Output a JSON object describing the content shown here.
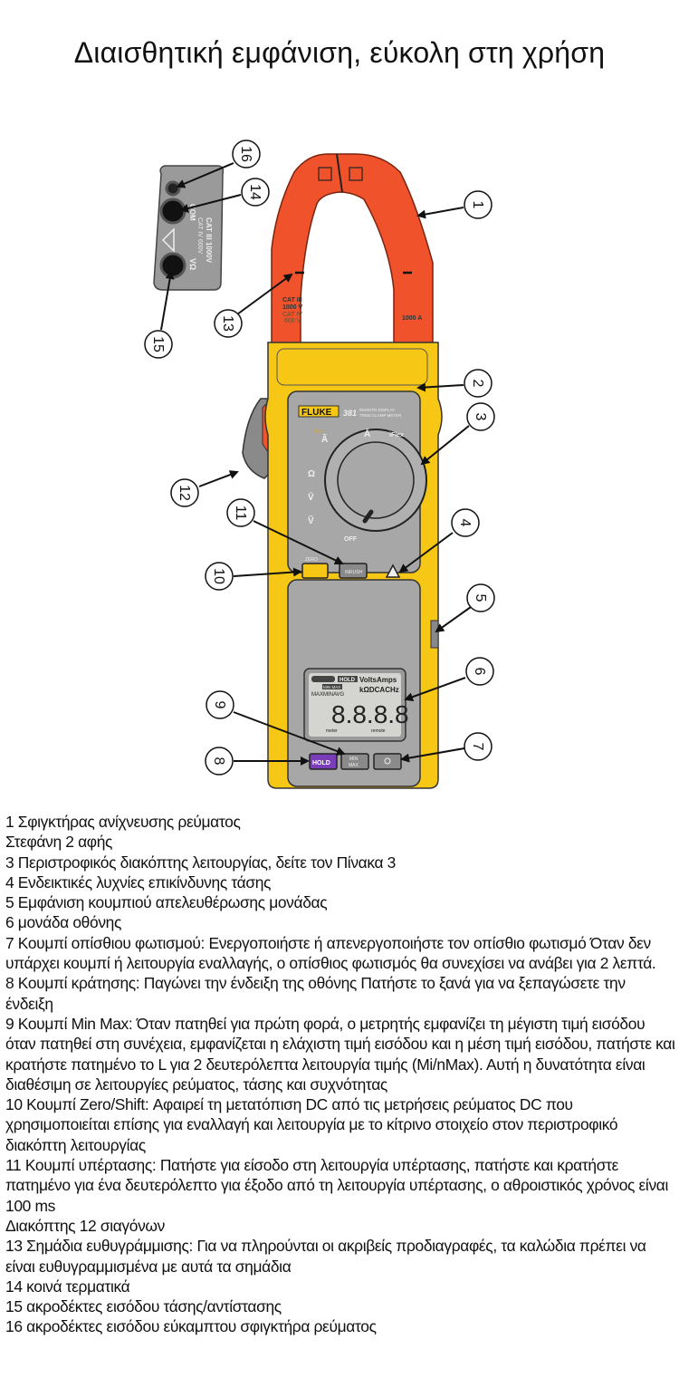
{
  "title": "Διαισθητική εμφάνιση, εύκολη στη χρήση",
  "figure": {
    "device": {
      "brand": "FLUKE",
      "model": "381",
      "subtitle_line1": "REMOTE DISPLAY",
      "subtitle_line2": "TRMS CLAMP METER",
      "jaw_rating_left_1": "CAT III",
      "jaw_rating_left_2": "1000 V",
      "jaw_rating_left_3": "CAT IV",
      "jaw_rating_left_4": "600 V",
      "jaw_rating_right": "1000 A",
      "dial_positions": [
        "OFF",
        "Ṽ",
        "V̄",
        "Ω",
        "Ã",
        "Ā",
        "iFlex"
      ],
      "dial_hz_label": "Hz",
      "button_zero_label": "ZERO",
      "button_inrush_label": "INRUSH",
      "button_hold_label": "HOLD",
      "button_minmax_line1": "MIN",
      "button_minmax_line2": "MAX",
      "lcd": {
        "digits": "8.8.8.8",
        "units_line1": "VoltsAmps",
        "units_line2": "kΩDCACHz",
        "indicator_hold": "HOLD",
        "indicator_minmax": "MIN MAX",
        "indicator_maxminavg": "MAXMINAVG",
        "indicator_meter": "meter",
        "indicator_remote": "remote"
      },
      "terminal_labels": {
        "cat1": "CAT III 1000V",
        "cat2": "CAT IV 600V",
        "com": "COM",
        "vohm": "VΩ"
      }
    },
    "callouts": [
      "1",
      "2",
      "3",
      "4",
      "5",
      "6",
      "7",
      "8",
      "9",
      "10",
      "11",
      "12",
      "13",
      "14",
      "15",
      "16"
    ],
    "colors": {
      "jaw_orange": "#f0532b",
      "body_yellow": "#f7c716",
      "panel_gray": "#a7a7a7",
      "hold_purple": "#7a3db8",
      "lcd_bg": "#d4d4d0"
    }
  },
  "legend": [
    "1 Σφιγκτήρας ανίχνευσης ρεύματος",
    "Στεφάνη 2 αφής",
    "3 Περιστροφικός διακόπτης λειτουργίας, δείτε τον Πίνακα 3",
    "4 Ενδεικτικές λυχνίες επικίνδυνης τάσης",
    "5 Εμφάνιση κουμπιού απελευθέρωσης μονάδας",
    "6 μονάδα οθόνης",
    "7 Κουμπί οπίσθιου φωτισμού: Ενεργοποιήστε ή απενεργοποιήστε τον οπίσθιο φωτισμό Όταν δεν υπάρχει κουμπί ή λειτουργία εναλλαγής, ο οπίσθιος φωτισμός θα συνεχίσει να ανάβει για 2 λεπτά.",
    "8 Κουμπί κράτησης: Παγώνει την ένδειξη της οθόνης Πατήστε το ξανά για να ξεπαγώσετε την ένδειξη",
    "9 Κουμπί Min Max: Όταν πατηθεί για πρώτη φορά, ο μετρητής εμφανίζει τη μέγιστη τιμή εισόδου όταν πατηθεί στη συνέχεια, εμφανίζεται η ελάχιστη τιμή εισόδου και η μέση τιμή εισόδου, πατήστε και κρατήστε πατημένο το L για 2 δευτερόλεπτα λειτουργία τιμής (Mi/nMax). Αυτή η δυνατότητα είναι διαθέσιμη σε λειτουργίες ρεύματος, τάσης και συχνότητας",
    "10 Κουμπί Zero/Shift: Αφαιρεί τη μετατόπιση DC από τις μετρήσεις ρεύματος DC που χρησιμοποιείται επίσης για εναλλαγή και λειτουργία με το κίτρινο στοιχείο στον περιστροφικό διακόπτη λειτουργίας",
    "11 Κουμπί υπέρτασης: Πατήστε για είσοδο στη λειτουργία υπέρτασης, πατήστε και κρατήστε πατημένο για ένα δευτερόλεπτο για έξοδο από τη λειτουργία υπέρτασης, ο αθροιστικός χρόνος είναι 100 ms",
    "Διακόπτης 12 σιαγόνων",
    "13 Σημάδια ευθυγράμμισης: Για να πληρούνται οι ακριβείς προδιαγραφές, τα καλώδια πρέπει να είναι ευθυγραμμισμένα με αυτά τα σημάδια",
    "14 κοινά τερματικά",
    "15 ακροδέκτες εισόδου τάσης/αντίστασης",
    "16 ακροδέκτες εισόδου εύκαμπτου σφιγκτήρα ρεύματος"
  ]
}
